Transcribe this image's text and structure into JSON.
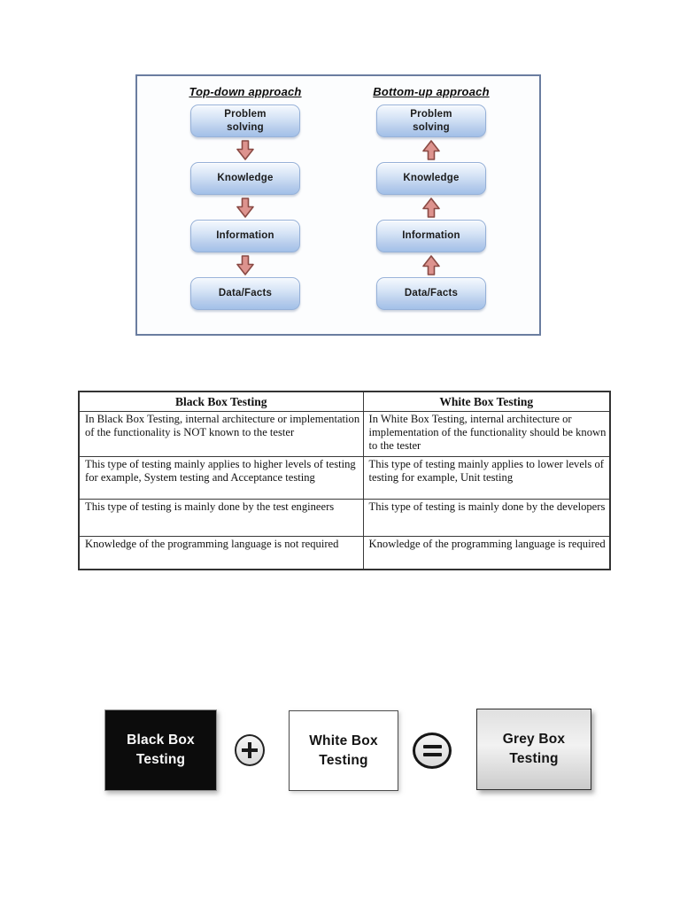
{
  "page": {
    "background": "#ffffff"
  },
  "diagram": {
    "columns": [
      {
        "title": "Top-down approach",
        "direction": "down",
        "boxes": [
          "Problem\nsolving",
          "Knowledge",
          "Information",
          "Data/Facts"
        ]
      },
      {
        "title": "Bottom-up approach",
        "direction": "up",
        "boxes": [
          "Problem\nsolving",
          "Knowledge",
          "Information",
          "Data/Facts"
        ]
      }
    ],
    "colors": {
      "frame_border": "#6a7da0",
      "box_fill_top": "#f5f9fe",
      "box_fill_bottom": "#a2c0e8",
      "box_border": "#96b1d8",
      "arrow_fill": "#dd938e",
      "arrow_outline": "#8a4a44",
      "label_color": "#1c1c1c"
    }
  },
  "table": {
    "headers": [
      "Black Box Testing",
      "White Box Testing"
    ],
    "rows": [
      [
        "In Black Box Testing, internal architecture or implementation of the functionality is NOT known to the tester",
        "In White Box Testing, internal architecture or implementation of the functionality should be known to the tester"
      ],
      [
        "This type of testing mainly applies to higher levels of testing for example, System testing and Acceptance testing",
        "This type of testing mainly applies to lower levels of testing for example, Unit testing"
      ],
      [
        "This type of testing is mainly done by the test engineers",
        "This type of testing is mainly done by the developers"
      ],
      [
        "Knowledge of the programming language is not required",
        "Knowledge of the programming language is required"
      ]
    ]
  },
  "equation": {
    "black_box_label": "Black Box\nTesting",
    "white_box_label": "White Box\nTesting",
    "grey_box_label": "Grey Box\nTesting",
    "plus_symbol": "+",
    "equals_symbol": "=",
    "colors": {
      "black_box_fill": "#0c0c0c",
      "black_box_text": "#fafafa",
      "white_box_fill": "#ffffff",
      "grey_box_fill_top": "#e0e0e0",
      "grey_box_fill_bottom": "#cbcbcb",
      "operator_fill": "#ececec",
      "operator_outline": "#1b1b1b"
    }
  }
}
